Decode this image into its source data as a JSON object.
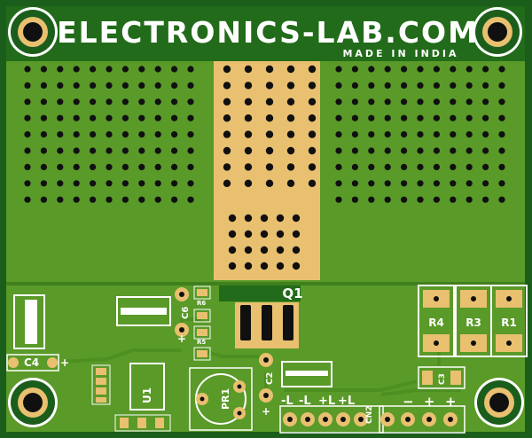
{
  "board": {
    "brand": "ELECTRONICS-LAB.COM",
    "made_in": "MADE IN INDIA",
    "colors": {
      "outline": "#1b5e1b",
      "copper_fill": "#5a9a28",
      "trace": "#4e8f22",
      "pad": "#e8c070",
      "drill": "#101010",
      "silk": "#ffffff"
    }
  },
  "components": {
    "q1": "Q1",
    "c6": "C6",
    "r6": "R6",
    "r5": "R5",
    "u1": "U1",
    "c4": "C4",
    "c2": "C2",
    "pr1": "PR1",
    "r4": "R4",
    "r3": "R3",
    "r1": "R1",
    "c3": "C3",
    "cn2": "CN2",
    "plus": "+"
  },
  "connector_labels": [
    "-L",
    "-L",
    "+L",
    "+L"
  ],
  "polarity_labels": [
    "−",
    "+",
    "+"
  ]
}
